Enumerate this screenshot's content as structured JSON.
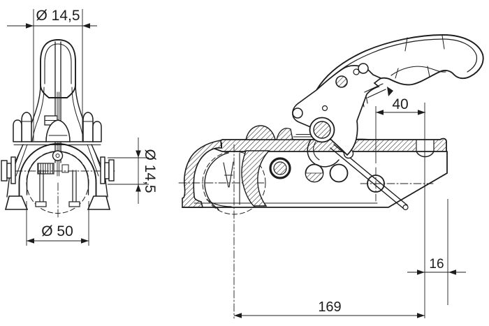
{
  "drawing": {
    "type": "technical-drawing",
    "line_color": "#1d1d1d",
    "background_color": "#ffffff"
  },
  "dims": {
    "top_pin": {
      "label": "Ø 14,5"
    },
    "side_bolt": {
      "label": "Ø 14,5"
    },
    "ball": {
      "label": "Ø 50"
    },
    "hole_offset": {
      "label": "40"
    },
    "end_offset": {
      "label": "16"
    },
    "overall_length": {
      "label": "169"
    }
  }
}
